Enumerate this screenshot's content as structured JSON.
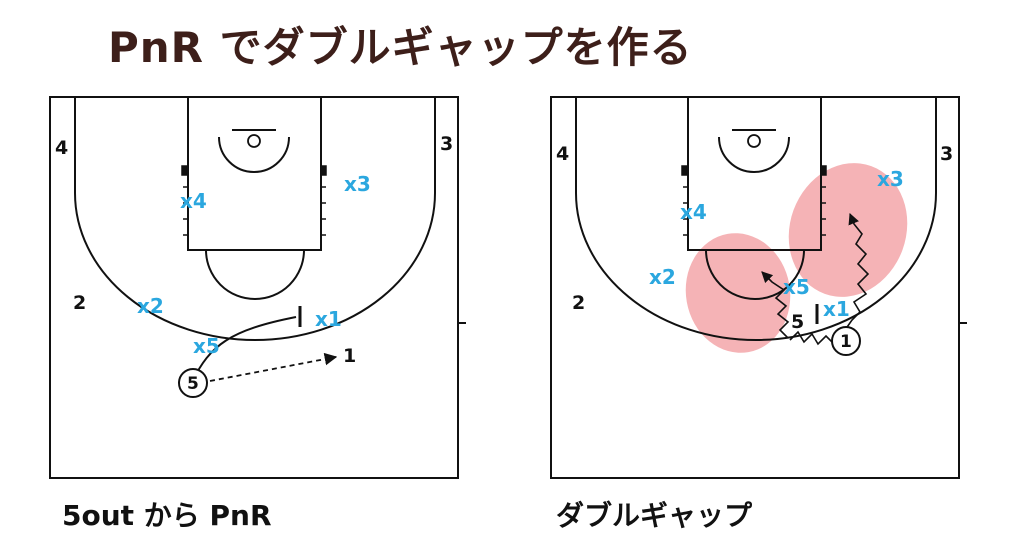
{
  "title": "PnR でダブルギャップを作る",
  "colors": {
    "title": "#3d1f1a",
    "defense": "#2ba7df",
    "highlight": "#f19a9e",
    "line": "#111111"
  },
  "left_court": {
    "caption": "5out から PnR",
    "offense": {
      "p4": "4",
      "p3": "3",
      "p2": "2",
      "p1": "1",
      "p5": "5"
    },
    "defense": {
      "x4": "x4",
      "x3": "x3",
      "x2": "x2",
      "x1": "x1",
      "x5": "x5"
    }
  },
  "right_court": {
    "caption": "ダブルギャップ",
    "offense": {
      "p4": "4",
      "p3": "3",
      "p2": "2",
      "p1": "1",
      "p5": "5"
    },
    "defense": {
      "x4": "x4",
      "x3": "x3",
      "x2": "x2",
      "x1": "x1",
      "x5": "x5"
    }
  }
}
